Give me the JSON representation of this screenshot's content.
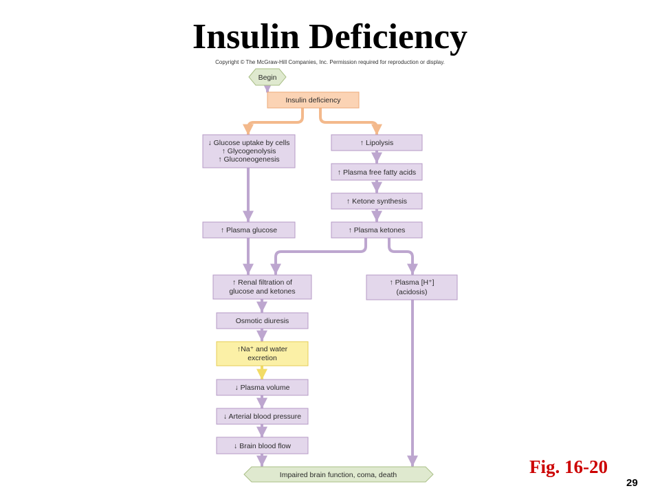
{
  "slide": {
    "title": "Insulin Deficiency",
    "copyright": "Copyright © The McGraw-Hill Companies, Inc. Permission required for reproduction or display.",
    "figure_label": "Fig. 16-20",
    "page_number": "29"
  },
  "colors": {
    "lavender_fill": "#e3d7eb",
    "lavender_stroke": "#b49ac6",
    "arrow": "#bda6cf",
    "orange_fill": "#fbd3b4",
    "orange_stroke": "#eea878",
    "yellow_fill": "#fbf0a6",
    "yellow_stroke": "#e6cd55",
    "green_fill": "#dfe9cf",
    "green_stroke": "#a9bf86"
  },
  "nodes": {
    "begin": "Begin",
    "insulin_deficiency": "Insulin deficiency",
    "glucose_box": [
      "↓ Glucose uptake by cells",
      "↑ Glycogenolysis",
      "↑ Gluconeogenesis"
    ],
    "lipolysis": "↑ Lipolysis",
    "plasma_ffa": "↑ Plasma free fatty acids",
    "ketone_synthesis": "↑ Ketone synthesis",
    "plasma_glucose": "↑ Plasma glucose",
    "plasma_ketones": "↑ Plasma ketones",
    "renal_filtration": [
      "↑ Renal filtration of",
      "glucose and ketones"
    ],
    "plasma_h": [
      "↑ Plasma [H⁺]",
      "(acidosis)"
    ],
    "osmotic_diuresis": "Osmotic diuresis",
    "na_water": [
      "↑Na⁺ and water",
      "excretion"
    ],
    "plasma_volume": "↓ Plasma volume",
    "arterial_bp": "↓ Arterial blood pressure",
    "brain_blood_flow": "↓ Brain blood flow",
    "impaired_brain": "Impaired brain function, coma, death"
  }
}
